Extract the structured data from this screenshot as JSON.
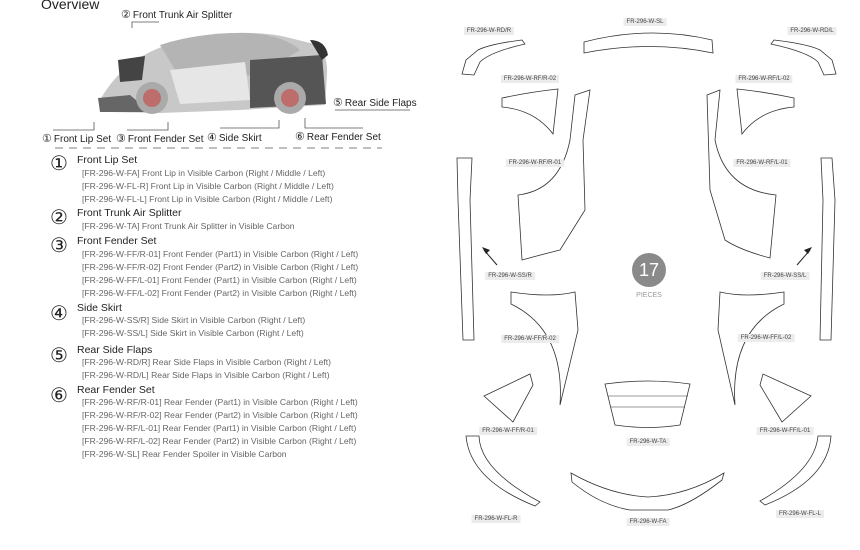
{
  "overview": {
    "title": "Overview",
    "callouts": [
      {
        "num": "②",
        "label": "Front Trunk Air Splitter"
      },
      {
        "num": "⑤",
        "label": "Rear Side Flaps"
      },
      {
        "num": "①",
        "label": "Front Lip Set"
      },
      {
        "num": "③",
        "label": "Front Fender Set"
      },
      {
        "num": "④",
        "label": "Side Skirt"
      },
      {
        "num": "⑥",
        "label": "Rear Fender Set"
      }
    ]
  },
  "sections": [
    {
      "num": "①",
      "title": "Front Lip Set",
      "items": [
        "[FR-296-W-FA] Front Lip in Visible Carbon (Right / Middle / Left)",
        "[FR-296-W-FL-R] Front Lip in Visible Carbon (Right / Middle / Left)",
        "[FR-296-W-FL-L] Front Lip in Visible Carbon (Right / Middle / Left)"
      ]
    },
    {
      "num": "②",
      "title": "Front Trunk Air Splitter",
      "items": [
        "[FR-296-W-TA] Front Trunk Air Splitter in Visible Carbon"
      ]
    },
    {
      "num": "③",
      "title": "Front Fender Set",
      "items": [
        "[FR-296-W-FF/R-01] Front Fender (Part1) in Visible Carbon (Right / Left)",
        "[FR-296-W-FF/R-02] Front Fender (Part2) in Visible Carbon (Right / Left)",
        "[FR-296-W-FF/L-01] Front Fender (Part1) in Visible Carbon (Right / Left)",
        "[FR-296-W-FF/L-02] Front Fender (Part2) in Visible Carbon (Right / Left)"
      ]
    },
    {
      "num": "④",
      "title": "Side Skirt",
      "items": [
        "[FR-296-W-SS/R] Side Skirt in Visible Carbon (Right / Left)",
        "[FR-296-W-SS/L] Side Skirt in Visible Carbon (Right / Left)"
      ]
    },
    {
      "num": "⑤",
      "title": "Rear Side Flaps",
      "items": [
        "[FR-296-W-RD/R] Rear Side Flaps in Visible Carbon (Right / Left)",
        "[FR-296-W-RD/L] Rear Side Flaps in Visible Carbon (Right / Left)"
      ]
    },
    {
      "num": "⑥",
      "title": "Rear Fender Set",
      "items": [
        "[FR-296-W-RF/R-01] Rear Fender (Part1) in Visible Carbon (Right / Left)",
        "[FR-296-W-RF/R-02] Rear Fender (Part2) in Visible Carbon (Right / Left)",
        "[FR-296-W-RF/L-01] Rear Fender (Part1) in Visible Carbon (Right / Left)",
        "[FR-296-W-RF/L-02] Rear Fender (Part2) in Visible Carbon (Right / Left)",
        "[FR-296-W-SL] Rear Fender Spoiler in Visible Carbon"
      ]
    }
  ],
  "parts": {
    "sl": "FR-296-W-SL",
    "rd_r": "FR-296-W-RD/R",
    "rd_l": "FR-296-W-RD/L",
    "rf_r_02": "FR-296-W-RF/R-02",
    "rf_l_02": "FR-296-W-RF/L-02",
    "rf_r_01": "FR-296-W-RF/R-01",
    "rf_l_01": "FR-296-W-RF/L-01",
    "ss_r": "FR-296-W-SS/R",
    "ss_l": "FR-296-W-SS/L",
    "ff_r_02": "FR-296-W-FF/R-02",
    "ff_l_02": "FR-296-W-FF/L-02",
    "ff_r_01": "FR-296-W-FF/R-01",
    "ff_l_01": "FR-296-W-FF/L-01",
    "ta": "FR-296-W-TA",
    "fl_r": "FR-296-W-FL-R",
    "fa": "FR-296-W-FA",
    "fl_l": "FR-296-W-FL-L"
  },
  "pieces": {
    "count": "17",
    "label": "PIECES",
    "badge_color": "#8a8a8a"
  }
}
